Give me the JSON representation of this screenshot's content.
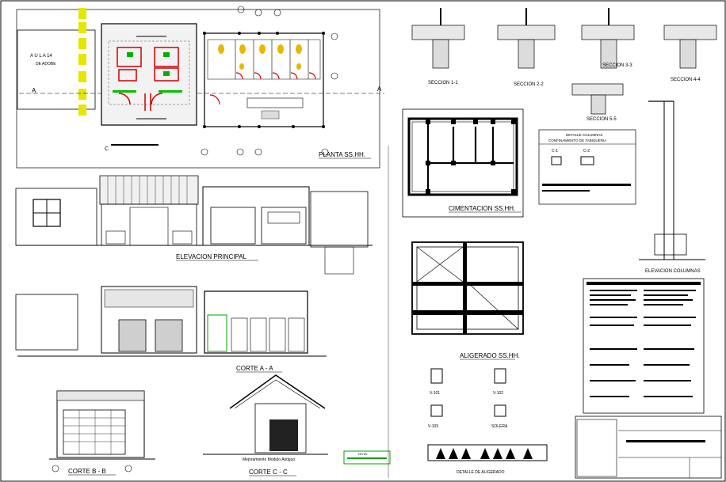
{
  "drawing": {
    "titles": {
      "planta": "PLANTA SS.HH.",
      "elevacion": "ELEVACION  PRINCIPAL",
      "corte_aa": "CORTE  A - A",
      "corte_bb": "CORTE  B - B",
      "corte_cc": "CORTE  C - C",
      "cimentacion": "CIMENTACION SS.HH.",
      "aligerado": "ALIGERADO SS.HH.",
      "detalle_aligerado": "DETALLE DE ALIGERADO",
      "elevacion_columnas": "ELEVACION COLUMNAS"
    },
    "plan_labels": {
      "aula": "A U L A   14",
      "adobe": "DE ADOBE",
      "cut_a_left": "A",
      "cut_a_right": "A",
      "cut_c": "C"
    },
    "sections": {
      "s11": "SECCION 1-1",
      "s22": "SECCION 2-2",
      "s33": "SECCION 3-3",
      "s44": "SECCION 4-4",
      "s55": "SECCION 5-5"
    },
    "columns_detail": {
      "title_line1": "DETALLE COLUMNAS",
      "title_line2": "CONFINAMIENTO DE TABIQUERIA",
      "c1": "C-1",
      "c2": "C-2"
    },
    "beams": {
      "v101": "V-101",
      "v102": "V-102",
      "v103": "V-103",
      "solera": "SOLERA"
    },
    "nota": {
      "title": "NOTA:"
    },
    "corte_cc_sub": "Mejoramiento Modulo Antiguo"
  }
}
